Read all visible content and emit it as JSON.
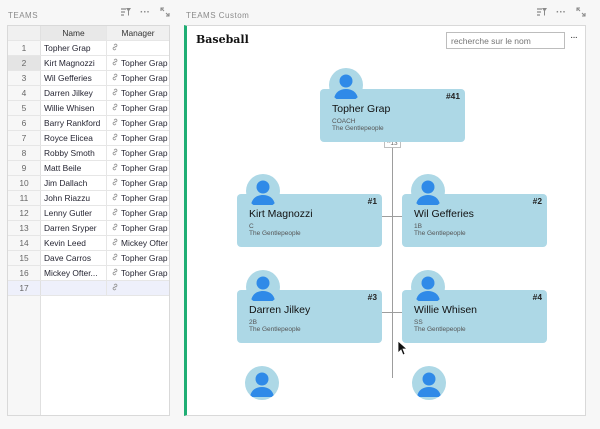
{
  "teams_panel": {
    "title": "TEAMS",
    "columns": {
      "name": "Name",
      "manager": "Manager"
    },
    "rows": [
      {
        "n": "1",
        "name": "Topher Grap",
        "manager": ""
      },
      {
        "n": "2",
        "name": "Kirt Magnozzi",
        "manager": "Topher Grap"
      },
      {
        "n": "3",
        "name": "Wil Gefferies",
        "manager": "Topher Grap"
      },
      {
        "n": "4",
        "name": "Darren Jilkey",
        "manager": "Topher Grap"
      },
      {
        "n": "5",
        "name": "Willie Whisen",
        "manager": "Topher Grap"
      },
      {
        "n": "6",
        "name": "Barry Rankford",
        "manager": "Topher Grap"
      },
      {
        "n": "7",
        "name": "Royce Elicea",
        "manager": "Topher Grap"
      },
      {
        "n": "8",
        "name": "Robby Smoth",
        "manager": "Topher Grap"
      },
      {
        "n": "9",
        "name": "Matt Beile",
        "manager": "Topher Grap"
      },
      {
        "n": "10",
        "name": "Jim Dallach",
        "manager": "Topher Grap"
      },
      {
        "n": "11",
        "name": "John Riazzu",
        "manager": "Topher Grap"
      },
      {
        "n": "12",
        "name": "Lenny Gutler",
        "manager": "Topher Grap"
      },
      {
        "n": "13",
        "name": "Darren Sryper",
        "manager": "Topher Grap"
      },
      {
        "n": "14",
        "name": "Kevin Leed",
        "manager": "Mickey Ofter"
      },
      {
        "n": "15",
        "name": "Dave Carros",
        "manager": "Topher Grap"
      },
      {
        "n": "16",
        "name": "Mickey Ofter...",
        "manager": "Topher Grap"
      },
      {
        "n": "17",
        "name": "",
        "manager": ""
      }
    ]
  },
  "custom_panel": {
    "title": "TEAMS Custom",
    "chart_title": "Baseball",
    "search_placeholder": "recherche sur le nom",
    "more": "···",
    "collapse_label": "^13",
    "cards": [
      {
        "name": "Topher Grap",
        "role": "COACH",
        "team": "The Gentlepeople",
        "badge": "#41"
      },
      {
        "name": "Kirt Magnozzi",
        "role": "C",
        "team": "The Gentlepeople",
        "badge": "#1"
      },
      {
        "name": "Wil Gefferies",
        "role": "1B",
        "team": "The Gentlepeople",
        "badge": "#2"
      },
      {
        "name": "Darren Jilkey",
        "role": "2B",
        "team": "The Gentlepeople",
        "badge": "#3"
      },
      {
        "name": "Willie Whisen",
        "role": "SS",
        "team": "The Gentlepeople",
        "badge": "#4"
      }
    ]
  },
  "icons": {
    "sort_filter": "sort-filter-icon",
    "more": "more-icon",
    "expand": "expand-icon",
    "link": "link-icon",
    "user": "user-avatar-icon"
  },
  "colors": {
    "card": "#add8e6",
    "avatar_figure": "#2f8ae8",
    "panel_accent": "#1fae74"
  }
}
